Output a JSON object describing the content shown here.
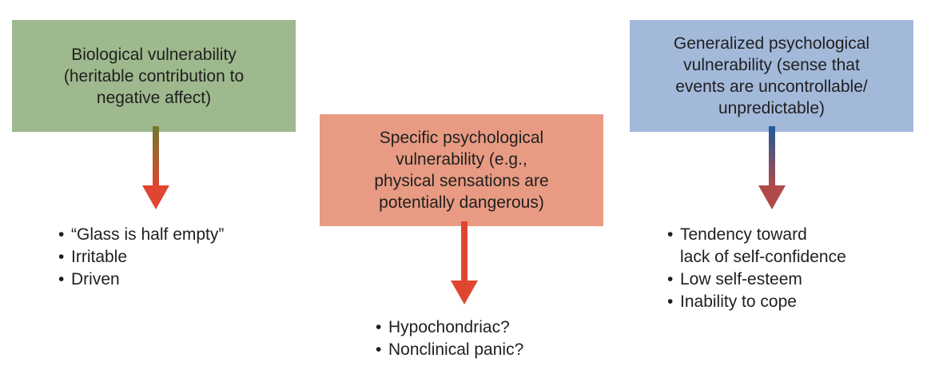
{
  "colors": {
    "biological_box": "#9db98d",
    "specific_box": "#e89b82",
    "general_box": "#a3b9da",
    "arrow_red": "#e0462f",
    "arrow_olive": "#6f7a2e",
    "arrow_blue": "#1f5a99"
  },
  "biological": {
    "text": "Biological vulnerability\n(heritable contribution to\nnegative affect)",
    "bullets": [
      "“Glass is half empty”",
      "Irritable",
      "Driven"
    ]
  },
  "specific": {
    "text": "Specific psychological\nvulnerability (e.g.,\nphysical sensations are\npotentially dangerous)",
    "bullets": [
      "Hypochondriac?",
      "Nonclinical panic?"
    ]
  },
  "general": {
    "text": "Generalized psychological\nvulnerability (sense that\nevents are uncontrollable/\nunpredictable)",
    "bullets": [
      "Tendency toward\nlack of self-confidence",
      "Low self-esteem",
      "Inability to cope"
    ]
  }
}
